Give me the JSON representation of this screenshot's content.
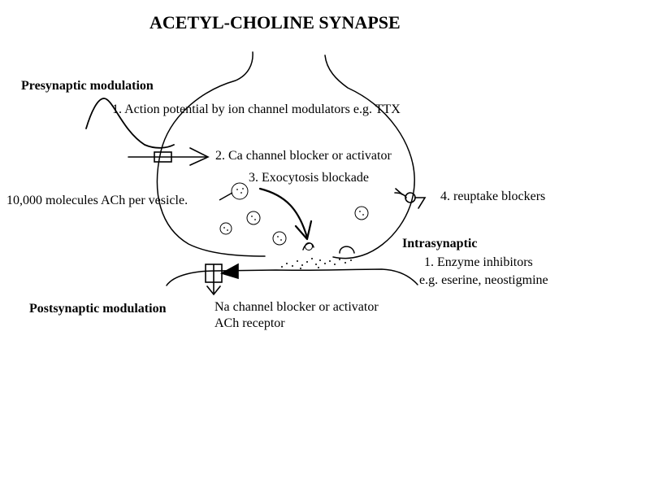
{
  "title": "ACETYL-CHOLINE SYNAPSE",
  "labels": {
    "presynaptic_heading": "Presynaptic modulation",
    "item1": "1. Action potential by ion channel modulators e.g. TTX",
    "item2": "2. Ca channel blocker or activator",
    "item3": "3. Exocytosis blockade",
    "molecules": "10,000 molecules ACh per vesicle.",
    "item4": "4. reuptake blockers",
    "intrasynaptic_heading": "Intrasynaptic",
    "enzyme": "1. Enzyme inhibitors",
    "enzyme_examples": "e.g. eserine, neostigmine",
    "postsynaptic_heading": "Postsynaptic modulation",
    "na_channel": "Na channel blocker or activator",
    "ach_receptor": "ACh receptor"
  },
  "colors": {
    "ink": "#000000",
    "background": "#ffffff"
  },
  "icons": {
    "action_potential": "action-potential-wave-icon",
    "ca_channel": "ca-channel-arrow-icon",
    "reuptake": "reuptake-blocker-icon",
    "exocytosis_arrow": "curved-arrow-icon",
    "receptor": "ach-receptor-icon"
  }
}
